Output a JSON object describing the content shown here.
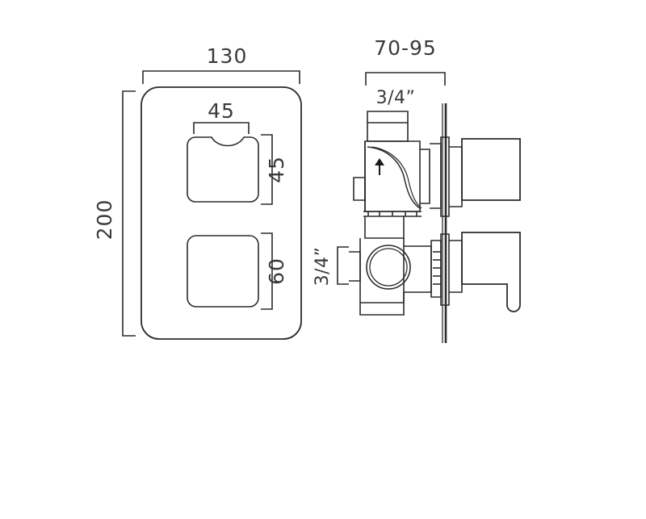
{
  "drawing": {
    "title": "Concealed thermostatic shower valve technical drawing",
    "units": "mm",
    "line_color": "#2b2b2b",
    "text_color": "#3a3a3a",
    "background": "#ffffff"
  },
  "front_view": {
    "name": "faceplate-front-view",
    "dimensions": {
      "plate_width": "130",
      "plate_height": "200",
      "upper_control_width": "45",
      "upper_control_height": "45",
      "lower_control_height": "60"
    }
  },
  "side_view": {
    "name": "valve-side-section-view",
    "dimensions": {
      "wall_depth_range": "70-95",
      "upper_inlet_thread": "3/4”",
      "lower_outlet_thread": "3/4”"
    },
    "flow_arrow": "↑"
  }
}
